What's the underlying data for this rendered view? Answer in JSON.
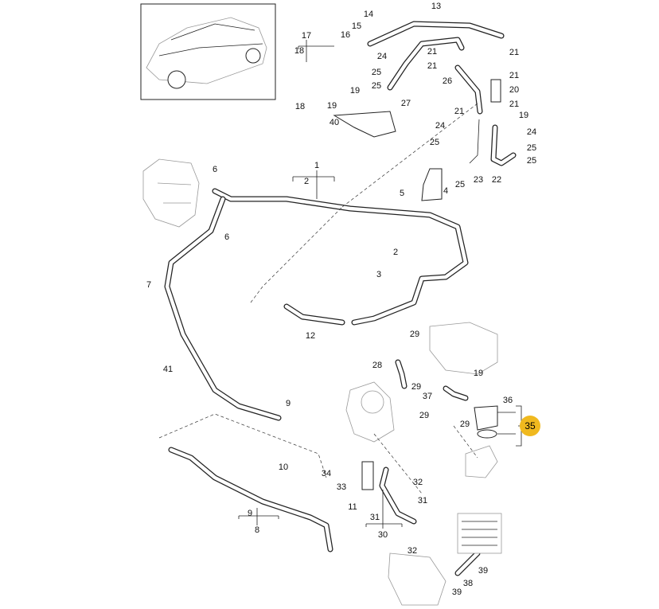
{
  "diagram": {
    "highlight_color": "#f0b91f",
    "callouts": [
      "1",
      "2",
      "2",
      "3",
      "4",
      "5",
      "6",
      "6",
      "7",
      "12",
      "40",
      "17",
      "18",
      "18",
      "19",
      "19",
      "16",
      "15",
      "14",
      "24",
      "25",
      "25",
      "27",
      "13",
      "21",
      "21",
      "26",
      "21",
      "24",
      "25",
      "25",
      "23",
      "22",
      "21",
      "20",
      "21",
      "19",
      "24",
      "25",
      "25",
      "21",
      "29",
      "28",
      "29",
      "37",
      "29",
      "29",
      "19",
      "36",
      "35",
      "41",
      "9",
      "10",
      "9",
      "8",
      "11",
      "34",
      "33",
      "32",
      "31",
      "31",
      "30",
      "32",
      "38",
      "39",
      "39"
    ]
  }
}
